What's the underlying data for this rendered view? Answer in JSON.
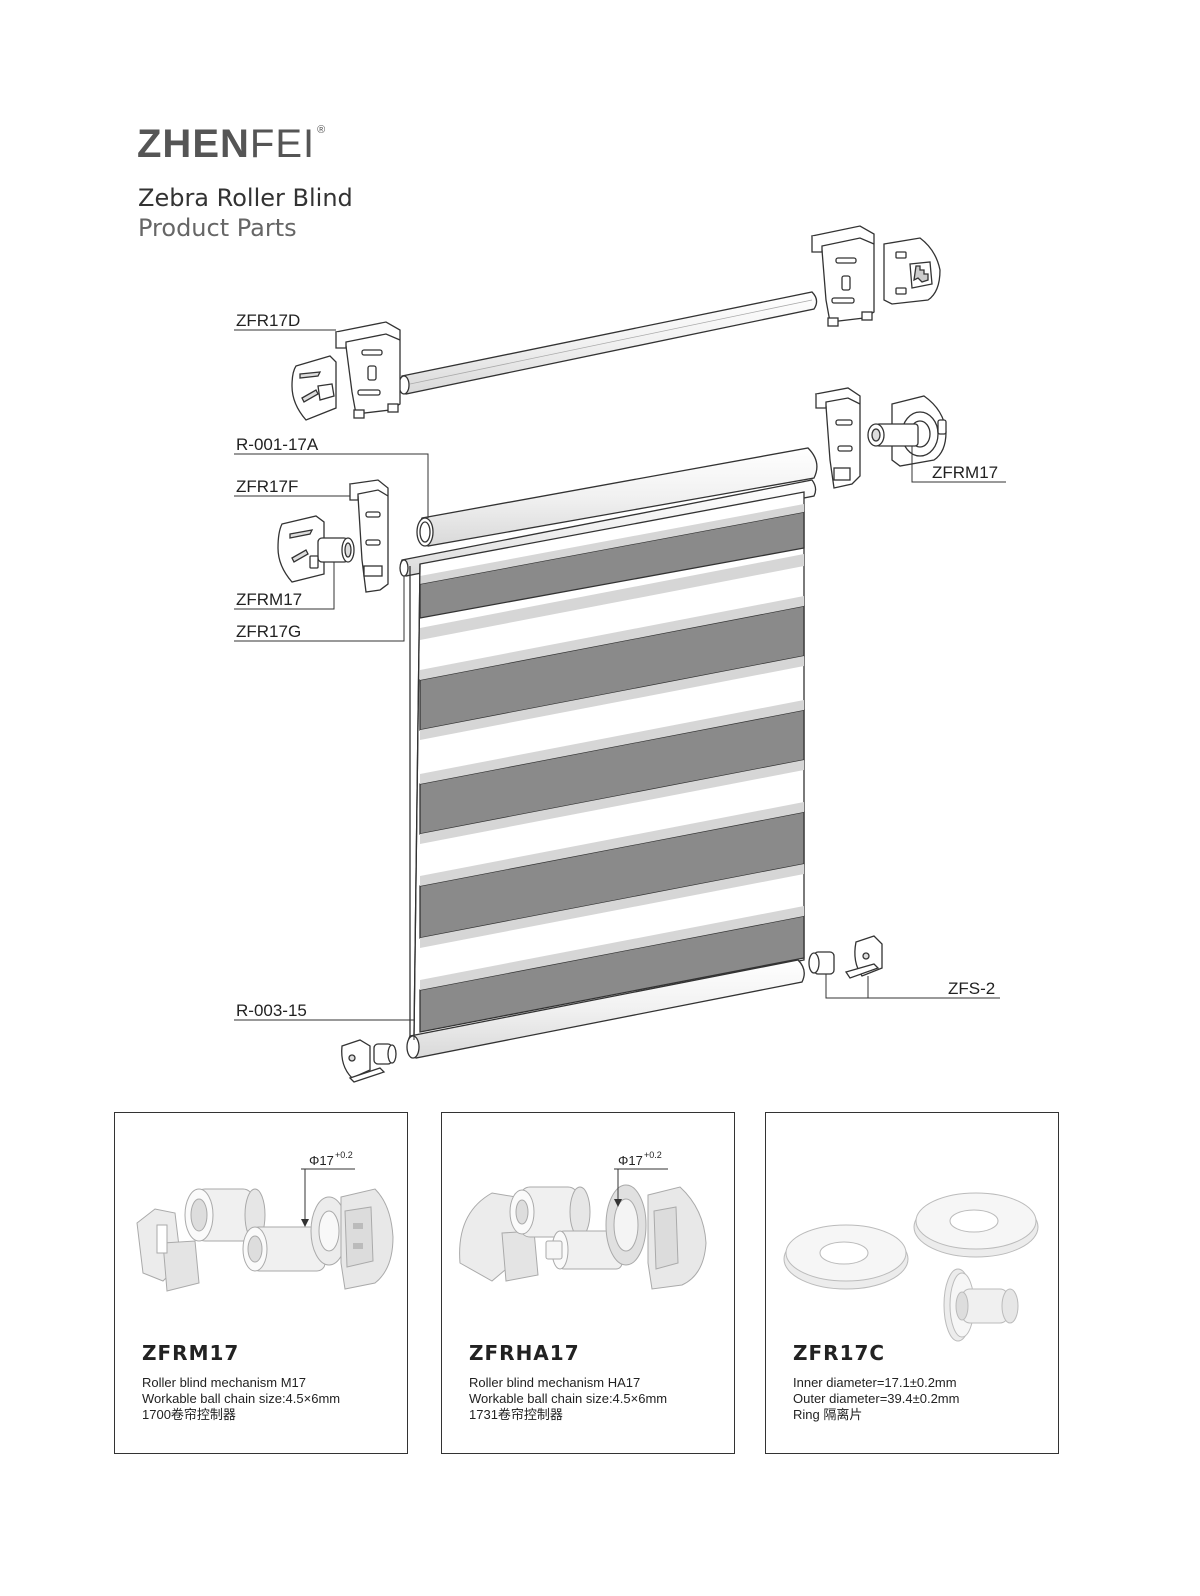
{
  "header": {
    "brand_bold": "ZHEN",
    "brand_light": "FEI",
    "brand_mark": "®",
    "title": "Zebra Roller Blind",
    "subtitle": "Product Parts"
  },
  "diagram": {
    "labels": {
      "zfr17d": "ZFR17D",
      "r00117a": "R-001-17A",
      "zfr17f": "ZFR17F",
      "zfrm17_left": "ZFRM17",
      "zfr17g": "ZFR17G",
      "zfrm17_right": "ZFRM17",
      "zfs2": "ZFS-2",
      "r00315": "R-003-15"
    },
    "colors": {
      "fabric_band": "#8a8a8a",
      "outline": "#333333",
      "part_fill": "#ffffff"
    }
  },
  "cards": [
    {
      "code": "ZFRM17",
      "dimension": "Φ17",
      "tolerance": "+0.2",
      "lines": [
        "Roller blind mechanism M17",
        "Workable ball chain size:4.5×6mm",
        "1700卷帘控制器"
      ]
    },
    {
      "code": "ZFRHA17",
      "dimension": "Φ17",
      "tolerance": "+0.2",
      "lines": [
        "Roller blind mechanism HA17",
        "Workable ball chain size:4.5×6mm",
        "1731卷帘控制器"
      ]
    },
    {
      "code": "ZFR17C",
      "lines": [
        "Inner diameter=17.1±0.2mm",
        "Outer diameter=39.4±0.2mm",
        "Ring 隔离片"
      ]
    }
  ]
}
